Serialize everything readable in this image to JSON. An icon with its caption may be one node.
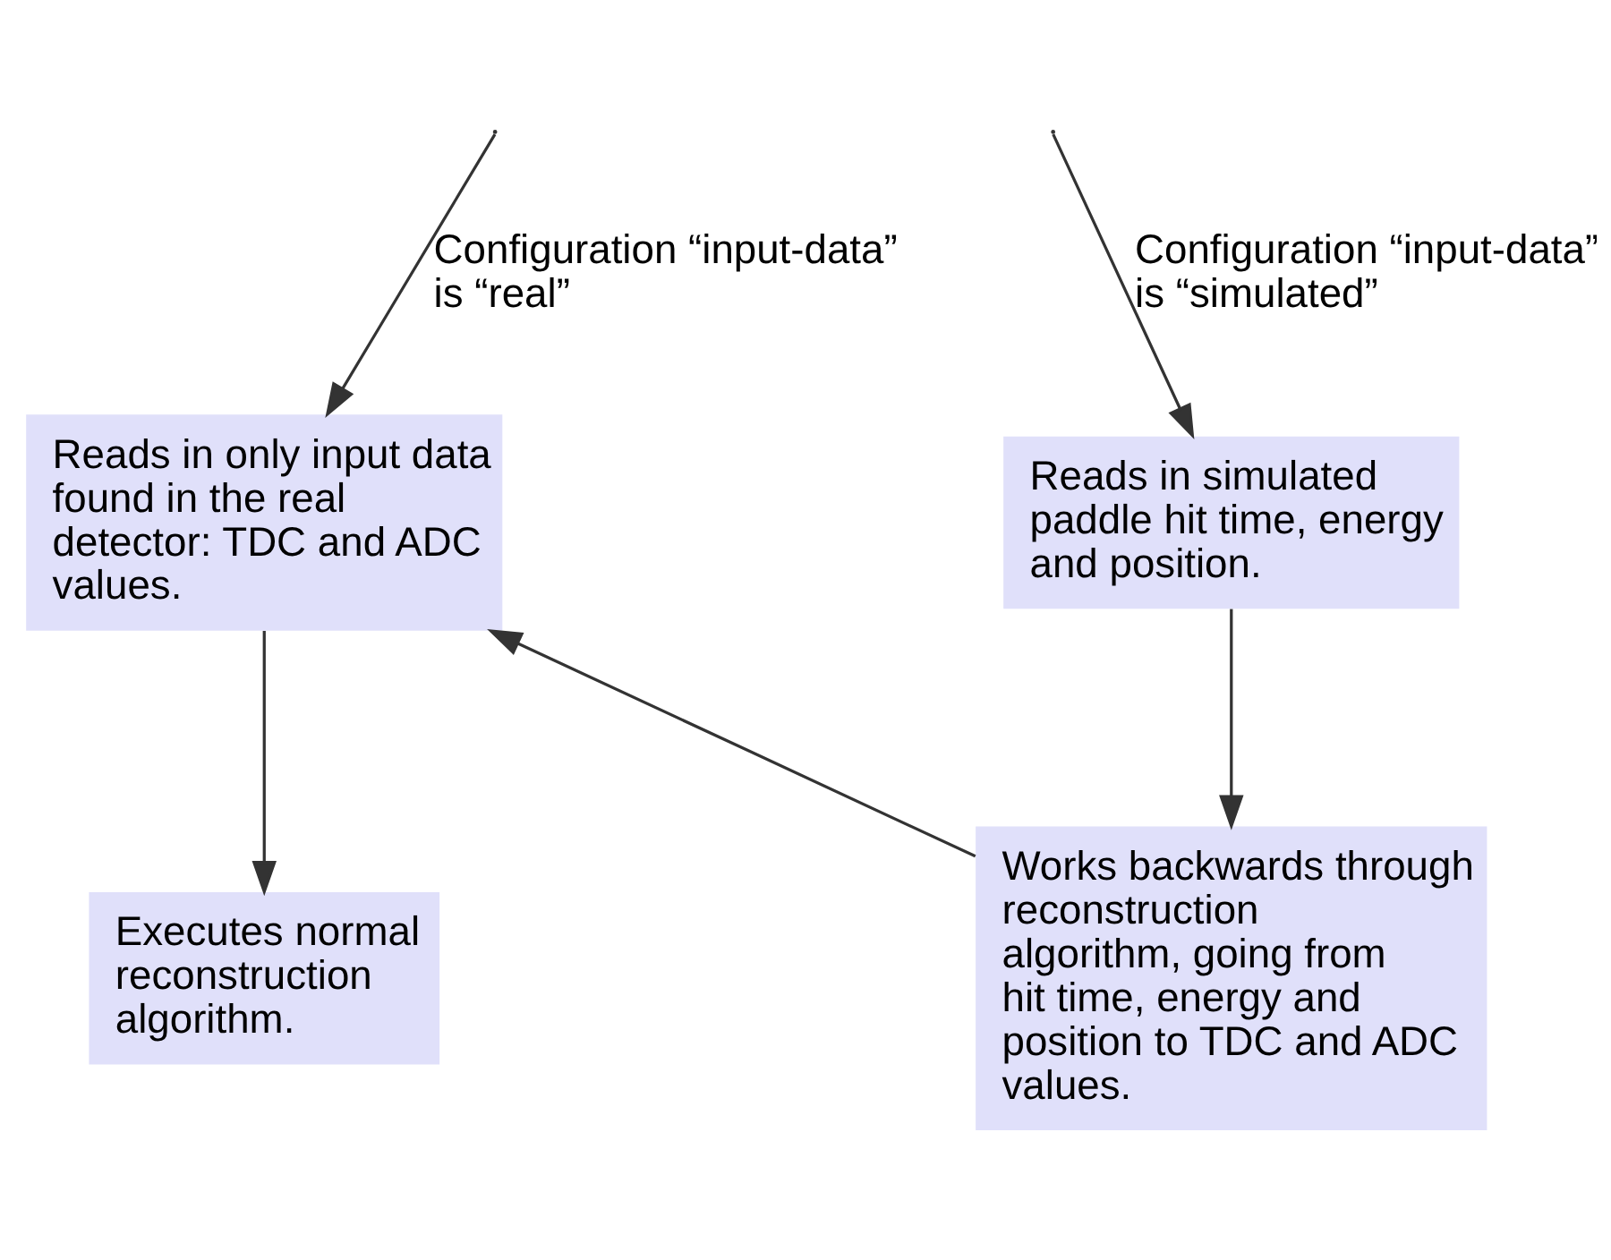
{
  "diagram": {
    "nodes": [
      {
        "text": [
          "Reads in only input data found in the real detector: TDC and ADC values."
        ]
      },
      {
        "text": [
          "Reads in simulated paddle hit time, energy and position."
        ]
      },
      {
        "text": [
          "Executes normal reconstruction algorithm."
        ]
      },
      {
        "text": [
          "Works backwards through reconstruction algorithm, going from hit time, energy and position to TDC and ADC values."
        ]
      }
    ],
    "edges": [
      {
        "from": null,
        "to": 0,
        "arrow": "to",
        "label": "Configuration “input-data” is “real”"
      },
      {
        "from": null,
        "to": 1,
        "arrow": "to",
        "label": "Configuration “input-data” is “simulated”"
      },
      {
        "from": 0,
        "to": 2,
        "arrow": "to"
      },
      {
        "from": 1,
        "to": 3,
        "arrow": "to"
      },
      {
        "from": 3,
        "to": 0,
        "arrow": "to"
      }
    ]
  }
}
